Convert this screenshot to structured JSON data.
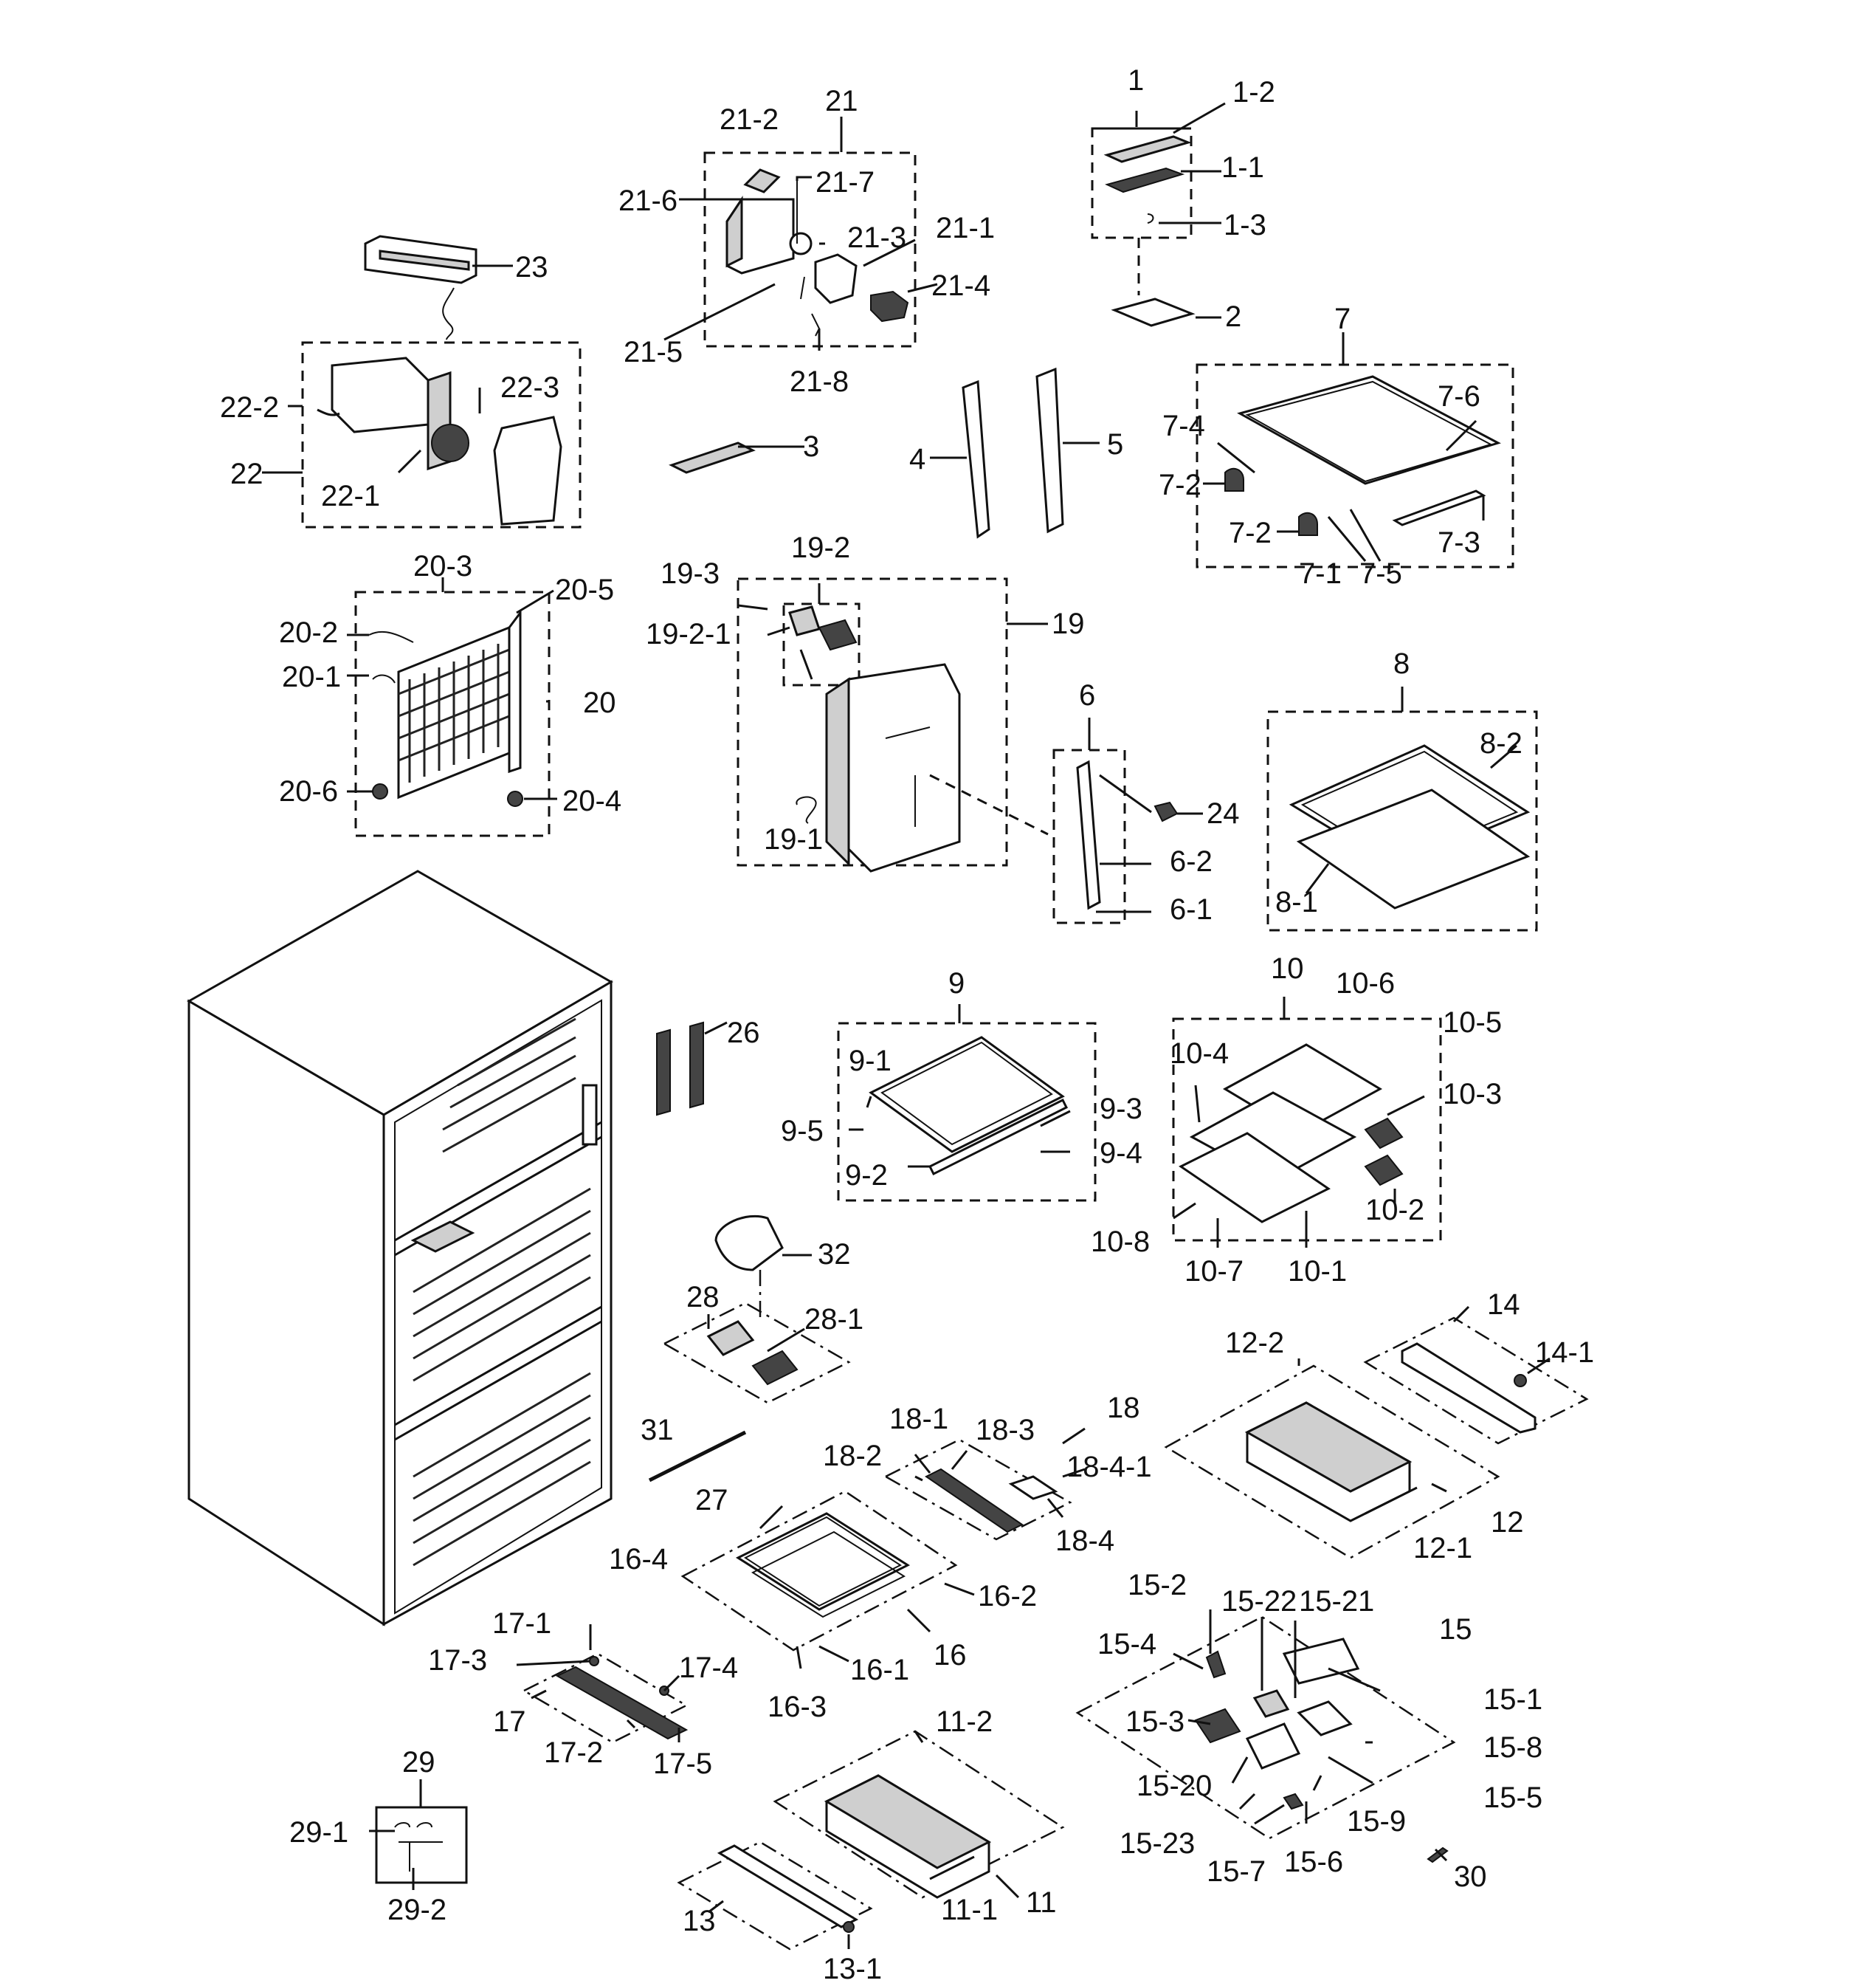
{
  "diagram": {
    "labels": [
      {
        "id": "1"
      },
      {
        "id": "1-2"
      },
      {
        "id": "1-1"
      },
      {
        "id": "1-3"
      },
      {
        "id": "2"
      },
      {
        "id": "21"
      },
      {
        "id": "21-2"
      },
      {
        "id": "21-6"
      },
      {
        "id": "21-7"
      },
      {
        "id": "21-3"
      },
      {
        "id": "21-1"
      },
      {
        "id": "21-4"
      },
      {
        "id": "21-5"
      },
      {
        "id": "21-8"
      },
      {
        "id": "23"
      },
      {
        "id": "22-2"
      },
      {
        "id": "22-3"
      },
      {
        "id": "22"
      },
      {
        "id": "22-1"
      },
      {
        "id": "3"
      },
      {
        "id": "4"
      },
      {
        "id": "5"
      },
      {
        "id": "7"
      },
      {
        "id": "7-6"
      },
      {
        "id": "7-4"
      },
      {
        "id": "7-2"
      },
      {
        "id": "7-2"
      },
      {
        "id": "7-1"
      },
      {
        "id": "7-5"
      },
      {
        "id": "7-3"
      },
      {
        "id": "20-3"
      },
      {
        "id": "20-5"
      },
      {
        "id": "20-2"
      },
      {
        "id": "20-1"
      },
      {
        "id": "20"
      },
      {
        "id": "20-6"
      },
      {
        "id": "20-4"
      },
      {
        "id": "19-3"
      },
      {
        "id": "19-2"
      },
      {
        "id": "19-2-1"
      },
      {
        "id": "19"
      },
      {
        "id": "19-1"
      },
      {
        "id": "6"
      },
      {
        "id": "24"
      },
      {
        "id": "6-2"
      },
      {
        "id": "6-1"
      },
      {
        "id": "8"
      },
      {
        "id": "8-2"
      },
      {
        "id": "8-1"
      },
      {
        "id": "26"
      },
      {
        "id": "9"
      },
      {
        "id": "9-1"
      },
      {
        "id": "9-5"
      },
      {
        "id": "9-2"
      },
      {
        "id": "9-3"
      },
      {
        "id": "9-4"
      },
      {
        "id": "10"
      },
      {
        "id": "10-6"
      },
      {
        "id": "10-5"
      },
      {
        "id": "10-4"
      },
      {
        "id": "10-3"
      },
      {
        "id": "10-2"
      },
      {
        "id": "10-8"
      },
      {
        "id": "10-7"
      },
      {
        "id": "10-1"
      },
      {
        "id": "32"
      },
      {
        "id": "28"
      },
      {
        "id": "28-1"
      },
      {
        "id": "14"
      },
      {
        "id": "14-1"
      },
      {
        "id": "12-2"
      },
      {
        "id": "12"
      },
      {
        "id": "12-1"
      },
      {
        "id": "18"
      },
      {
        "id": "18-1"
      },
      {
        "id": "18-3"
      },
      {
        "id": "18-2"
      },
      {
        "id": "18-4-1"
      },
      {
        "id": "18-4"
      },
      {
        "id": "31"
      },
      {
        "id": "27"
      },
      {
        "id": "16-4"
      },
      {
        "id": "16-2"
      },
      {
        "id": "16"
      },
      {
        "id": "16-1"
      },
      {
        "id": "16-3"
      },
      {
        "id": "15-2"
      },
      {
        "id": "15-22"
      },
      {
        "id": "15-21"
      },
      {
        "id": "15"
      },
      {
        "id": "15-4"
      },
      {
        "id": "15-1"
      },
      {
        "id": "15-3"
      },
      {
        "id": "15-8"
      },
      {
        "id": "15-20"
      },
      {
        "id": "15-5"
      },
      {
        "id": "15-9"
      },
      {
        "id": "15-23"
      },
      {
        "id": "15-7"
      },
      {
        "id": "15-6"
      },
      {
        "id": "17-1"
      },
      {
        "id": "17-3"
      },
      {
        "id": "17-4"
      },
      {
        "id": "17"
      },
      {
        "id": "17-2"
      },
      {
        "id": "17-5"
      },
      {
        "id": "11-2"
      },
      {
        "id": "11"
      },
      {
        "id": "11-1"
      },
      {
        "id": "13"
      },
      {
        "id": "13-1"
      },
      {
        "id": "29"
      },
      {
        "id": "29-1"
      },
      {
        "id": "29-2"
      },
      {
        "id": "30"
      }
    ]
  }
}
